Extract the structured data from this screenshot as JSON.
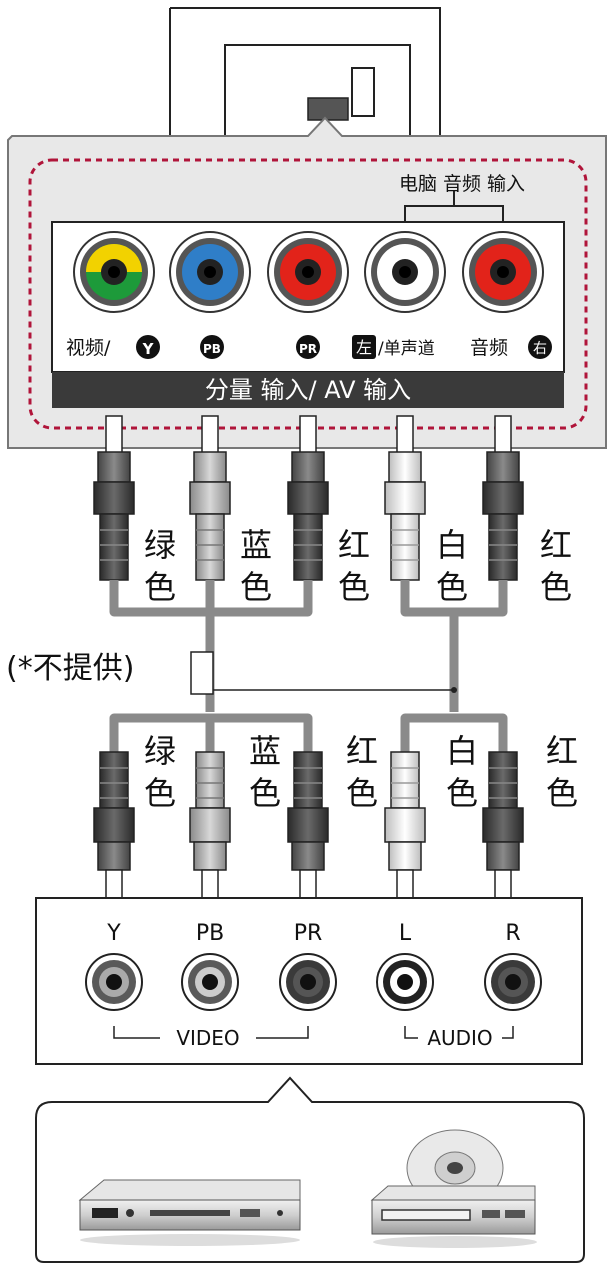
{
  "tv_panel": {
    "pc_audio_label": "电脑 音频  输入",
    "jack_labels": {
      "video_prefix": "视频/",
      "video_badge": "Y",
      "pb_badge": "PB",
      "pr_badge": "PR",
      "left_badge": "左",
      "left_suffix": "/单声道",
      "audio_prefix": "音频",
      "right_badge": "右"
    },
    "bar_label": "分量 输入/ AV  输入"
  },
  "cable_colors_top": [
    {
      "line1": "绿",
      "line2": "色"
    },
    {
      "line1": "蓝",
      "line2": "色"
    },
    {
      "line1": "红",
      "line2": "色"
    },
    {
      "line1": "白",
      "line2": "色"
    },
    {
      "line1": "红",
      "line2": "色"
    }
  ],
  "not_supplied_note": "(*不提供)",
  "cable_colors_bottom": [
    {
      "line1": "绿",
      "line2": "色"
    },
    {
      "line1": "蓝",
      "line2": "色"
    },
    {
      "line1": "红",
      "line2": "色"
    },
    {
      "line1": "白",
      "line2": "色"
    },
    {
      "line1": "红",
      "line2": "色"
    }
  ],
  "source_device": {
    "jack_labels": [
      "Y",
      "PB",
      "PR",
      "L",
      "R"
    ],
    "video_group": "VIDEO",
    "audio_group": "AUDIO"
  },
  "colors": {
    "yellow": "#f2d200",
    "green": "#1d9a3a",
    "blue": "#2f7ec8",
    "red": "#e2231a",
    "white": "#ffffff",
    "dashed_border": "#b0153a",
    "panel_gray": "#e8e8e8",
    "bar_dark": "#3a3a3a"
  }
}
